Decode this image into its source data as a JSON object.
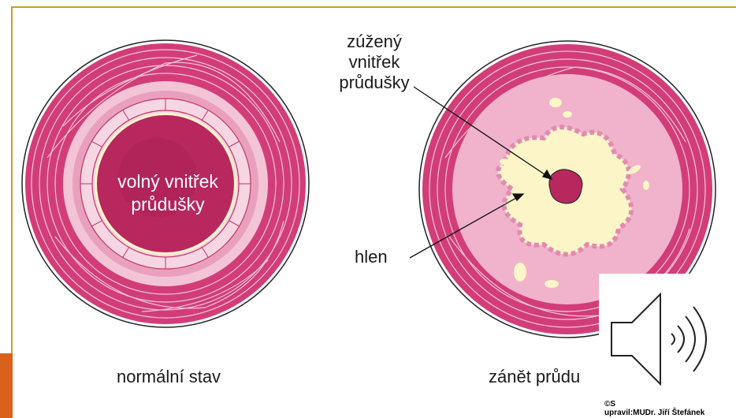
{
  "labels": {
    "normal_lumen": [
      "volný vnitřek",
      "průdušky"
    ],
    "narrowed_lumen": [
      "zúžený",
      "vnitřek",
      "průdušky"
    ],
    "mucus": "hlen",
    "normal_caption": "normální stav",
    "inflamed_caption": "zánět průdu"
  },
  "credit": {
    "line1": "©S",
    "line2": "upravil:MUDr. Jiří Štefánek"
  },
  "colors": {
    "muscle": "#d23d78",
    "muscle_light": "#e9a0bd",
    "mucosa": "#f3c4d6",
    "lumen": "#b8275e",
    "mucus": "#fbf5c8",
    "frame": "#c99a2e",
    "accent": "#d9611c"
  },
  "icons": {
    "speaker": "speaker-icon"
  }
}
